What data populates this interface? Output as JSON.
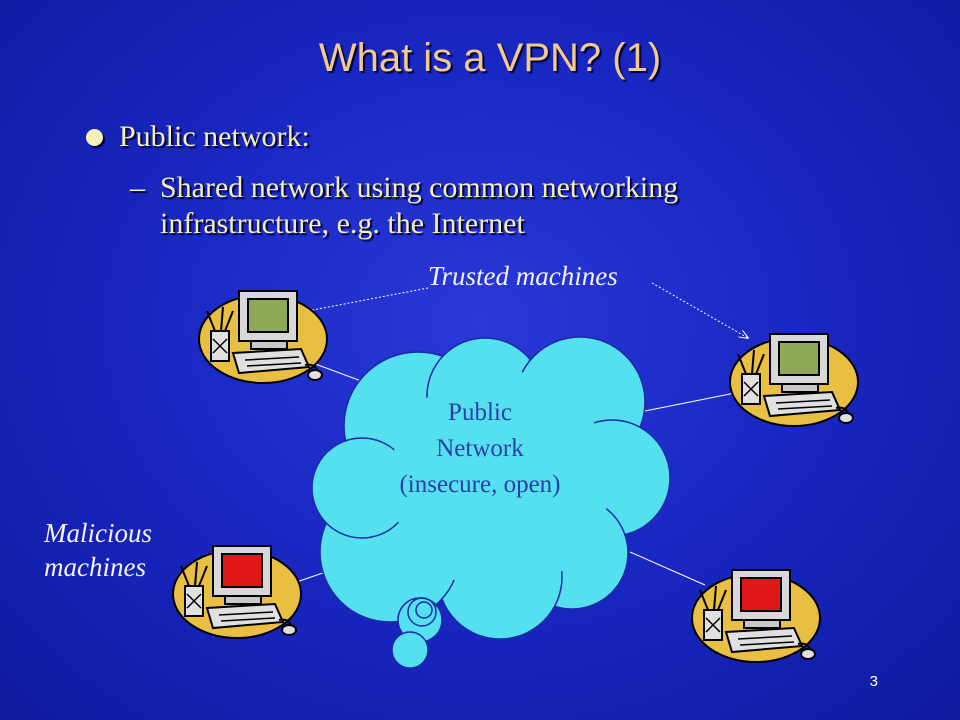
{
  "slide": {
    "title": "What is a VPN? (1)",
    "page_number": "3"
  },
  "bullets": [
    {
      "text": "Public network:",
      "sub": [
        {
          "dash": "–",
          "line1": "Shared network using common networking",
          "line2": "infrastructure, e.g. the Internet"
        }
      ]
    }
  ],
  "diagram": {
    "trusted_label": "Trusted machines",
    "malicious_label_line1": "Malicious",
    "malicious_label_line2": "machines",
    "cloud_line1": "Public",
    "cloud_line2": "Network",
    "cloud_line3": "(insecure, open)",
    "colors": {
      "cloud_fill": "#55e0f0",
      "trusted_screen": "#8fa85a",
      "malicious_screen": "#e01818",
      "blob_fill": "#e8bf43"
    }
  }
}
